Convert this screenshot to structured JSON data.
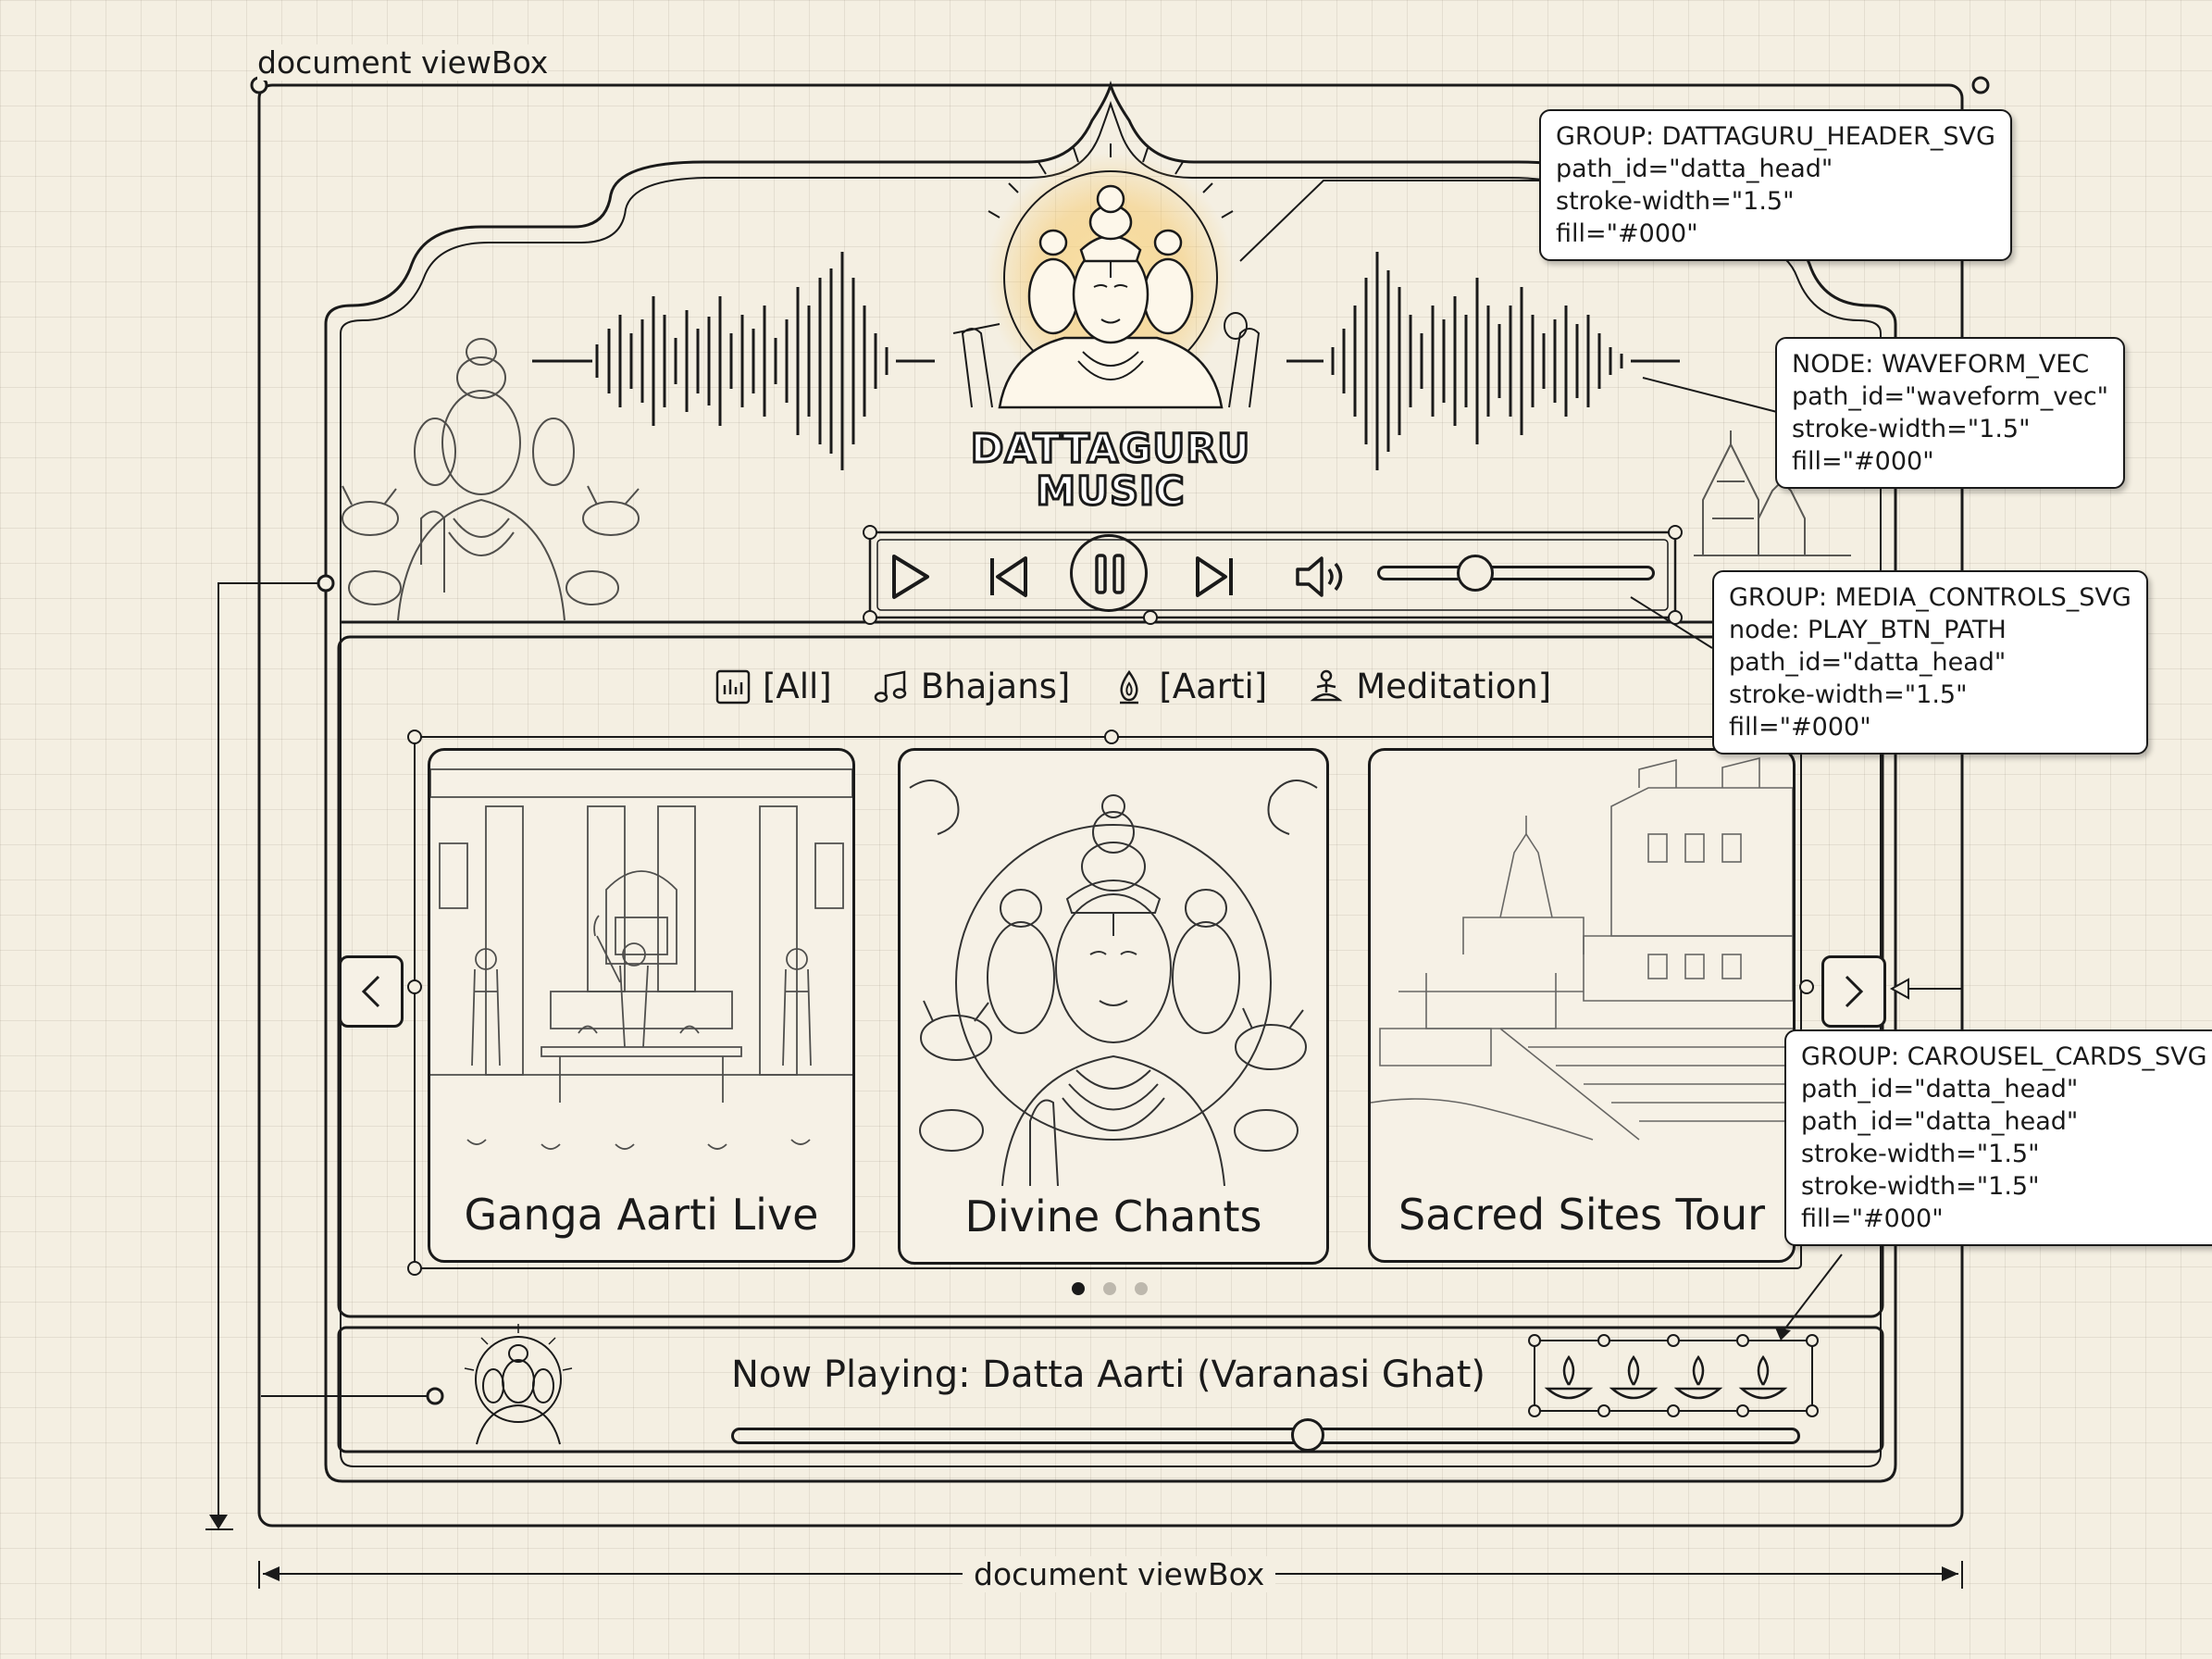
{
  "diagram": {
    "viewbox_label_top": "document viewBox",
    "viewbox_label_bottom": "document viewBox"
  },
  "header": {
    "brand_line1": "DATTAGURU",
    "brand_line2": "MUSIC"
  },
  "media_controls": {
    "play": "play-icon",
    "previous": "skip-back-icon",
    "pause": "pause-icon",
    "next": "skip-forward-icon",
    "volume": "volume-icon",
    "volume_level": 0.35
  },
  "filters": [
    {
      "label": "[All]",
      "icon": "bar-chart-icon"
    },
    {
      "label": "Bhajans]",
      "icon": "music-note-icon"
    },
    {
      "label": "[Aarti]",
      "icon": "diya-flame-icon"
    },
    {
      "label": "Meditation]",
      "icon": "meditation-icon"
    }
  ],
  "carousel": {
    "cards": [
      {
        "title": "Ganga Aarti Live"
      },
      {
        "title": "Divine Chants"
      },
      {
        "title": "Sacred Sites Tour"
      }
    ],
    "page_count": 3,
    "active_page": 1
  },
  "now_playing": {
    "text": "Now Playing: Datta Aarti (Varanasi Ghat)",
    "progress": 0.54
  },
  "annotations": {
    "header_group": [
      "GROUP: DATTAGURU_HEADER_SVG",
      "path_id=\"datta_head\"",
      "stroke-width=\"1.5\"",
      "fill=\"#000\""
    ],
    "waveform_node": [
      "NODE: WAVEFORM_VEC",
      "path_id=\"waveform_vec\"",
      "stroke-width=\"1.5\"",
      "fill=\"#000\""
    ],
    "media_group": [
      "GROUP: MEDIA_CONTROLS_SVG",
      "node: PLAY_BTN_PATH",
      "path_id=\"datta_head\"",
      "stroke-width=\"1.5\"",
      "fill=\"#000\""
    ],
    "carousel_group": [
      "GROUP: CAROUSEL_CARDS_SVG",
      "path_id=\"datta_head\"",
      "path_id=\"datta_head\"",
      "stroke-width=\"1.5\"",
      "stroke-width=\"1.5\"",
      "fill=\"#000\""
    ]
  },
  "colors": {
    "ink": "#1a1a1a",
    "paper": "#f4efe2",
    "halo": "#f6c35a"
  }
}
